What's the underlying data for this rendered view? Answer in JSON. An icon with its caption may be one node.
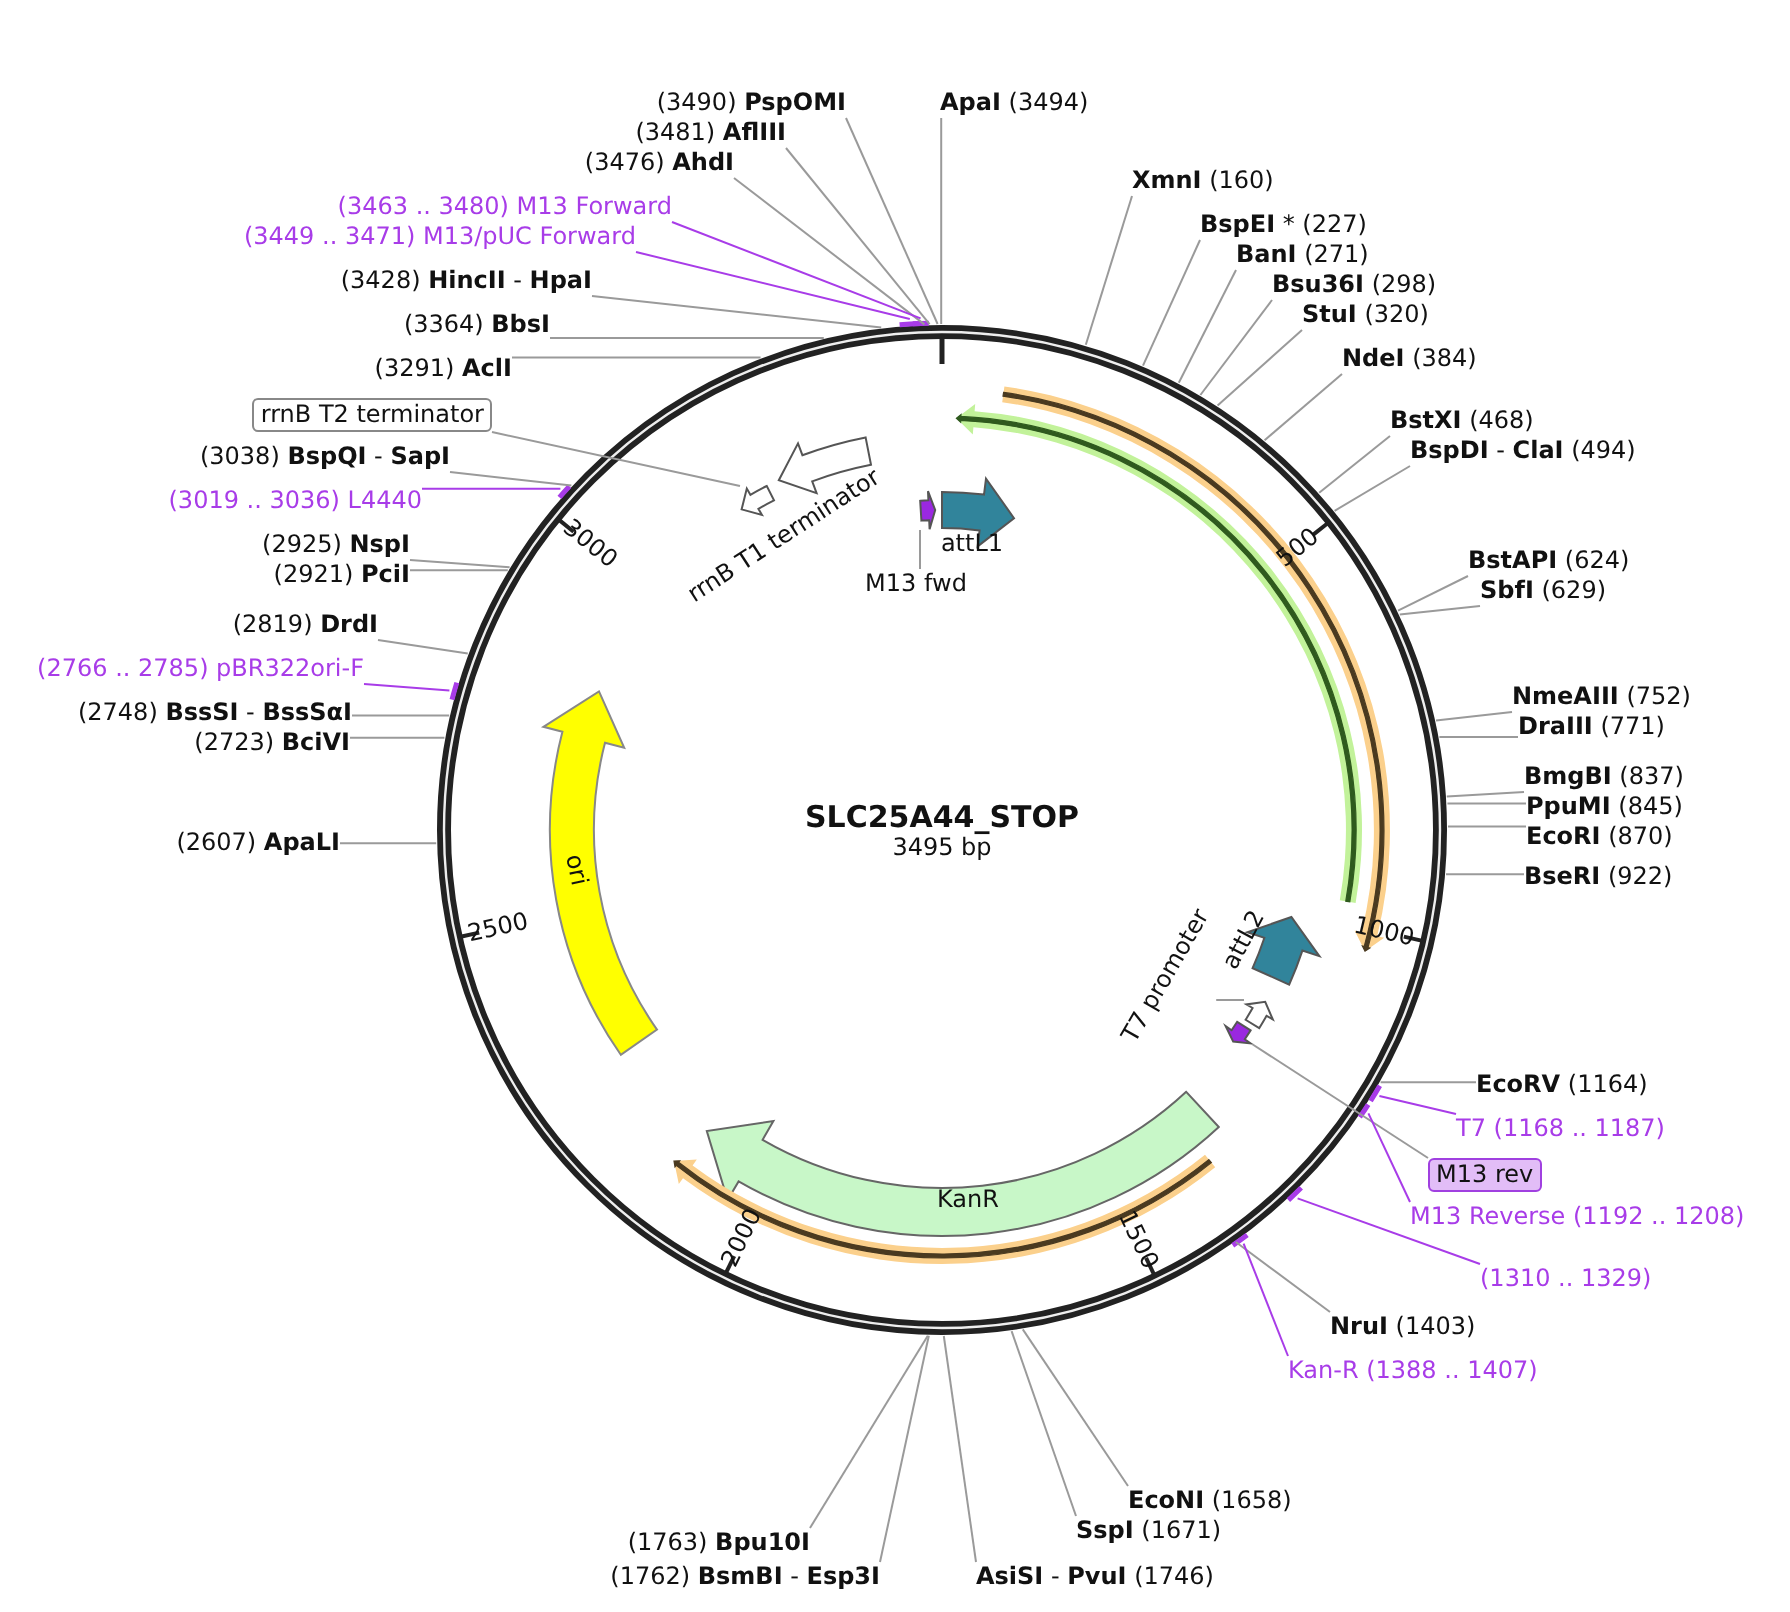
{
  "diagram": {
    "nodes": [
      {
        "text": [
          "SLC25A44_STOP",
          "3495 bp"
        ]
      },
      {
        "text": [],
        "shape": "arrow",
        "in": 0
      },
      {
        "text": [],
        "shape": "arrow",
        "in": 0
      },
      {
        "text": [],
        "shape": "arrow",
        "in": 0
      },
      {
        "text": [
          "attL1"
        ],
        "in": 0
      },
      {
        "text": [
          "rrnB T1 terminator"
        ],
        "in": 0
      },
      {
        "text": [],
        "shape": "arrow",
        "in": 0
      },
      {
        "text": [
          "ori"
        ],
        "in": 0
      },
      {
        "text": [
          "KanR"
        ],
        "in": 0
      },
      {
        "text": [],
        "shape": "arrow",
        "in": 0
      },
      {
        "text": [
          "attL2"
        ],
        "in": 0
      },
      {
        "text": [],
        "shape": "arrow",
        "in": 0
      },
      {
        "text": [],
        "shape": "arrow",
        "in": 0
      },
      {
        "text": [
          "M13 fwd"
        ],
        "in": 0
      },
      {
        "text": [
          "T7 promoter"
        ],
        "in": 0
      },
      {
        "text": [
          "(3490) **PspOMI**"
        ]
      },
      {
        "text": [
          "(3481) **AflIII**"
        ]
      },
      {
        "text": [
          "(3476) **AhdI**"
        ]
      },
      {
        "text": [
          "**ApaI** (3494)"
        ]
      },
      {
        "text": [
          "(3463 .. 3480) M13 Forward"
        ]
      },
      {
        "text": [
          "(3449 .. 3471) M13/pUC Forward"
        ]
      },
      {
        "text": [
          "(3428) **HincII** - **HpaI**"
        ]
      },
      {
        "text": [
          "(3364) **BbsI**"
        ]
      },
      {
        "text": [
          "(3291) **AclI**"
        ]
      },
      {
        "text": [
          "rrnB T2 terminator"
        ]
      },
      {
        "text": [
          "(3038) **BspQI** - **SapI**"
        ]
      },
      {
        "text": [
          "(3019 .. 3036) L4440"
        ]
      },
      {
        "text": [
          "(2925) **NspI**"
        ]
      },
      {
        "text": [
          "(2921) **PciI**"
        ]
      },
      {
        "text": [
          "(2819) **DrdI**"
        ]
      },
      {
        "text": [
          "(2766 .. 2785) pBR322ori-F"
        ]
      },
      {
        "text": [
          "(2748) **BssSI** - **BssSαI**"
        ]
      },
      {
        "text": [
          "(2723) **BciVI**"
        ]
      },
      {
        "text": [
          "(2607) **ApaLI**"
        ]
      },
      {
        "text": [
          "**XmnI** (160)"
        ]
      },
      {
        "text": [
          "**BspEI** * (227)"
        ]
      },
      {
        "text": [
          "**BanI** (271)"
        ]
      },
      {
        "text": [
          "**Bsu36I** (298)"
        ]
      },
      {
        "text": [
          "**StuI** (320)"
        ]
      },
      {
        "text": [
          "**NdeI** (384)"
        ]
      },
      {
        "text": [
          "**BstXI** (468)"
        ]
      },
      {
        "text": [
          "**BspDI** - **ClaI** (494)"
        ]
      },
      {
        "text": [
          "**BstAPI** (624)"
        ]
      },
      {
        "text": [
          "**SbfI** (629)"
        ]
      },
      {
        "text": [
          "**NmeAIII** (752)"
        ]
      },
      {
        "text": [
          "**DraIII** (771)"
        ]
      },
      {
        "text": [
          "**BmgBI** (837)"
        ]
      },
      {
        "text": [
          "**PpuMI** (845)"
        ]
      },
      {
        "text": [
          "**EcoRI** (870)"
        ]
      },
      {
        "text": [
          "**BseRI** (922)"
        ]
      },
      {
        "text": [
          "**EcoRV** (1164)"
        ]
      },
      {
        "text": [
          "T7 (1168 .. 1187)"
        ]
      },
      {
        "text": [
          "M13 rev"
        ]
      },
      {
        "text": [
          "M13 Reverse (1192 .. 1208)"
        ]
      },
      {
        "text": [
          "(1310 .. 1329)"
        ]
      },
      {
        "text": [
          "**NruI** (1403)"
        ]
      },
      {
        "text": [
          "Kan-R (1388 .. 1407)"
        ]
      },
      {
        "text": [
          "**EcoNI** (1658)"
        ]
      },
      {
        "text": [
          "**SspI** (1671)"
        ]
      },
      {
        "text": [
          "**AsiSI** - **PvuI** (1746)"
        ]
      },
      {
        "text": [
          "(1763) **Bpu10I**"
        ]
      },
      {
        "text": [
          "(1762) **BsmBI** - **Esp3I**"
        ]
      }
    ],
    "edges": [
      {
        "from": 13,
        "to": 3,
        "arrow": "none"
      },
      {
        "from": 14,
        "to": 11,
        "arrow": "none"
      },
      {
        "from": 15,
        "to": 0,
        "arrow": "none"
      },
      {
        "from": 16,
        "to": 0,
        "arrow": "none"
      },
      {
        "from": 17,
        "to": 0,
        "arrow": "none"
      },
      {
        "from": 18,
        "to": 0,
        "arrow": "none"
      },
      {
        "from": 19,
        "to": 0,
        "arrow": "none",
        "color": "#a83ce8"
      },
      {
        "from": 20,
        "to": 0,
        "arrow": "none",
        "color": "#a83ce8"
      },
      {
        "from": 21,
        "to": 0,
        "arrow": "none"
      },
      {
        "from": 22,
        "to": 0,
        "arrow": "none"
      },
      {
        "from": 23,
        "to": 0,
        "arrow": "none"
      },
      {
        "from": 24,
        "to": 6,
        "arrow": "none"
      },
      {
        "from": 25,
        "to": 0,
        "arrow": "none"
      },
      {
        "from": 26,
        "to": 0,
        "arrow": "none",
        "color": "#a83ce8"
      },
      {
        "from": 27,
        "to": 0,
        "arrow": "none"
      },
      {
        "from": 28,
        "to": 0,
        "arrow": "none"
      },
      {
        "from": 29,
        "to": 0,
        "arrow": "none"
      },
      {
        "from": 30,
        "to": 0,
        "arrow": "none",
        "color": "#a83ce8"
      },
      {
        "from": 31,
        "to": 0,
        "arrow": "none"
      },
      {
        "from": 32,
        "to": 0,
        "arrow": "none"
      },
      {
        "from": 33,
        "to": 0,
        "arrow": "none"
      },
      {
        "from": 34,
        "to": 0,
        "arrow": "none"
      },
      {
        "from": 35,
        "to": 0,
        "arrow": "none"
      },
      {
        "from": 36,
        "to": 0,
        "arrow": "none"
      },
      {
        "from": 37,
        "to": 0,
        "arrow": "none"
      },
      {
        "from": 38,
        "to": 0,
        "arrow": "none"
      },
      {
        "from": 39,
        "to": 0,
        "arrow": "none"
      },
      {
        "from": 40,
        "to": 0,
        "arrow": "none"
      },
      {
        "from": 41,
        "to": 0,
        "arrow": "none"
      },
      {
        "from": 42,
        "to": 0,
        "arrow": "none"
      },
      {
        "from": 43,
        "to": 0,
        "arrow": "none"
      },
      {
        "from": 44,
        "to": 0,
        "arrow": "none"
      },
      {
        "from": 45,
        "to": 0,
        "arrow": "none"
      },
      {
        "from": 46,
        "to": 0,
        "arrow": "none"
      },
      {
        "from": 47,
        "to": 0,
        "arrow": "none"
      },
      {
        "from": 48,
        "to": 0,
        "arrow": "none"
      },
      {
        "from": 49,
        "to": 0,
        "arrow": "none"
      },
      {
        "from": 50,
        "to": 0,
        "arrow": "none"
      },
      {
        "from": 51,
        "to": 0,
        "arrow": "none",
        "color": "#a83ce8"
      },
      {
        "from": 52,
        "to": 12,
        "arrow": "none"
      },
      {
        "from": 53,
        "to": 0,
        "arrow": "none",
        "color": "#a83ce8"
      },
      {
        "from": 54,
        "to": 0,
        "arrow": "none",
        "color": "#a83ce8"
      },
      {
        "from": 55,
        "to": 0,
        "arrow": "none"
      },
      {
        "from": 56,
        "to": 0,
        "arrow": "none",
        "color": "#a83ce8"
      },
      {
        "from": 57,
        "to": 0,
        "arrow": "none"
      },
      {
        "from": 58,
        "to": 0,
        "arrow": "none"
      },
      {
        "from": 59,
        "to": 0,
        "arrow": "none"
      },
      {
        "from": 60,
        "to": 0,
        "arrow": "none"
      },
      {
        "from": 61,
        "to": 0,
        "arrow": "none"
      }
    ],
    "labels": [
      "500",
      "1000",
      "1500",
      "2000",
      "2500",
      "3000"
    ]
  }
}
